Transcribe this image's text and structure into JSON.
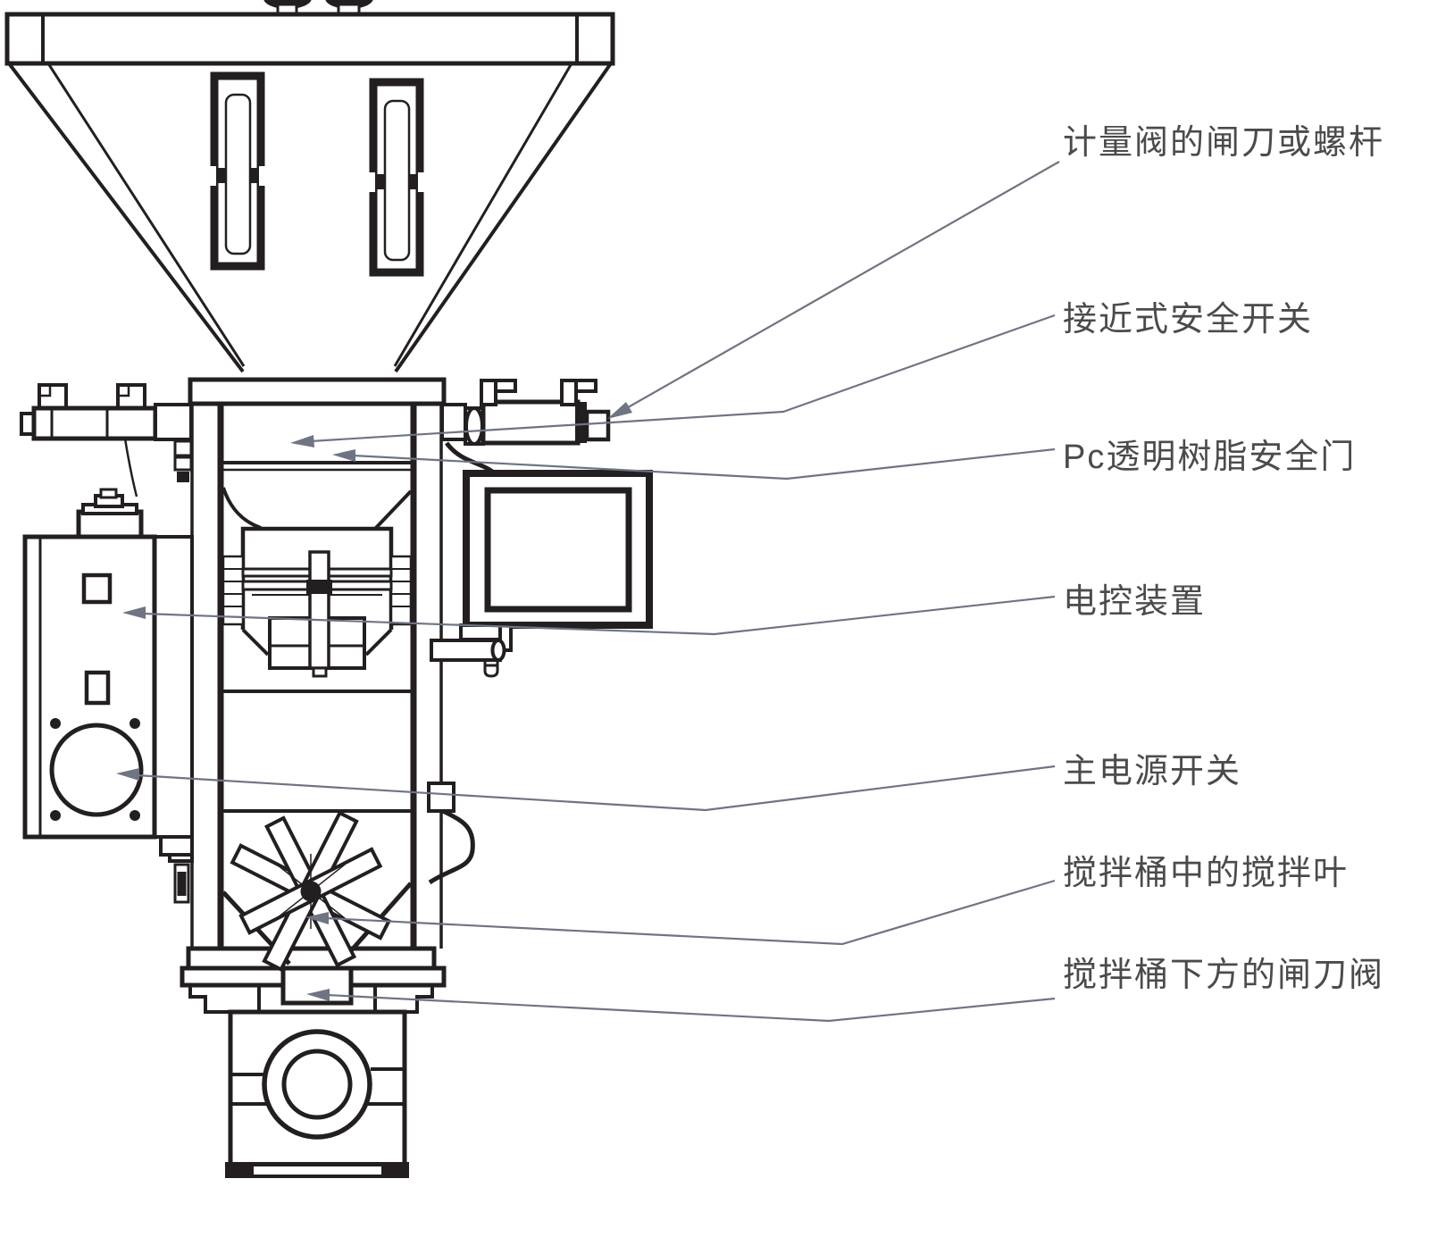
{
  "diagram": {
    "kind": "machine-technical-line-drawing",
    "labels": [
      {
        "id": "metering-valve-knife",
        "text": "计量阀的闸刀或螺杆"
      },
      {
        "id": "proximity-safety-switch",
        "text": "接近式安全开关"
      },
      {
        "id": "pc-safety-door",
        "text": "Pc透明树脂安全门"
      },
      {
        "id": "electric-control-unit",
        "text": "电控装置"
      },
      {
        "id": "main-power-switch",
        "text": "主电源开关"
      },
      {
        "id": "mixing-blades",
        "text": "搅拌桶中的搅拌叶"
      },
      {
        "id": "gate-valve-below-barrel",
        "text": "搅拌桶下方的闸刀阀"
      }
    ],
    "colors": {
      "machine_line": "#231f20",
      "leader_line": "#6f7482",
      "label_text": "#4b4b4d",
      "background": "#ffffff"
    }
  }
}
